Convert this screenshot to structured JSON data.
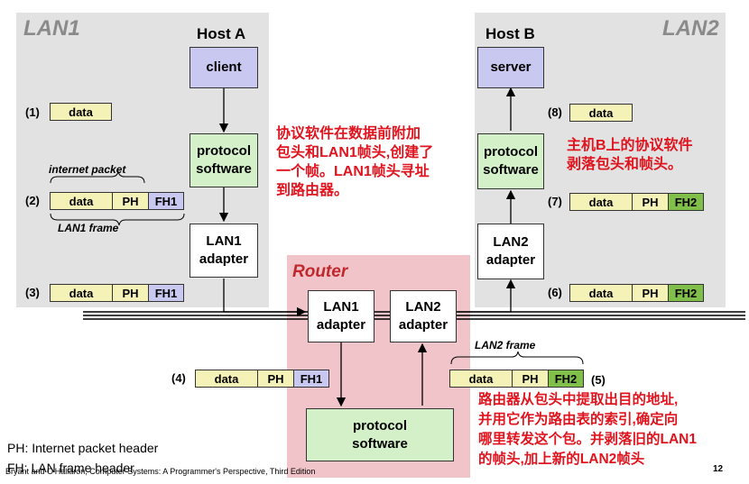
{
  "regions": {
    "lan1": "LAN1",
    "lan2": "LAN2",
    "router": "Router"
  },
  "hosts": {
    "a": "Host A",
    "b": "Host B"
  },
  "boxes": {
    "client": "client",
    "server": "server",
    "protocol_a_1": "protocol",
    "protocol_a_2": "software",
    "protocol_b_1": "protocol",
    "protocol_b_2": "software",
    "lan1_adapter_a_1": "LAN1",
    "lan1_adapter_a_2": "adapter",
    "lan2_adapter_b_1": "LAN2",
    "lan2_adapter_b_2": "adapter",
    "router_lan1_1": "LAN1",
    "router_lan1_2": "adapter",
    "router_lan2_1": "LAN2",
    "router_lan2_2": "adapter",
    "router_protocol_1": "protocol",
    "router_protocol_2": "software"
  },
  "steps": {
    "s1": "(1)",
    "s2": "(2)",
    "s3": "(3)",
    "s4": "(4)",
    "s5": "(5)",
    "s6": "(6)",
    "s7": "(7)",
    "s8": "(8)"
  },
  "cells": {
    "data": "data",
    "ph": "PH",
    "fh1": "FH1",
    "fh2": "FH2"
  },
  "labels": {
    "internet_packet": "internet packet",
    "lan1_frame": "LAN1 frame",
    "lan2_frame": "LAN2 frame"
  },
  "notes": {
    "left": [
      "协议软件在数据前附加",
      "包头和LAN1帧头,创建了",
      "一个帧。LAN1帧头寻址",
      "到路由器。"
    ],
    "right": [
      "主机B上的协议软件",
      "剥落包头和帧头。"
    ],
    "bottom": [
      "路由器从包头中提取出目的地址,",
      "并用它作为路由表的索引,确定向",
      "哪里转发这个包。并剥落旧的LAN1",
      "的帧头,加上新的LAN2帧头"
    ]
  },
  "legend": {
    "ph": "PH: Internet packet header",
    "fh": "FH: LAN frame header"
  },
  "footer": {
    "citation": "Bryant and O'Hallaron, Computer Systems: A Programmer's Perspective, Third Edition",
    "page": "12"
  },
  "colors": {
    "red_note": "#e0141e",
    "fh1": "#c8c8f0",
    "fh2": "#7fbf4a",
    "data": "#f5f2b8",
    "router_bg": "#f0c4c8"
  }
}
